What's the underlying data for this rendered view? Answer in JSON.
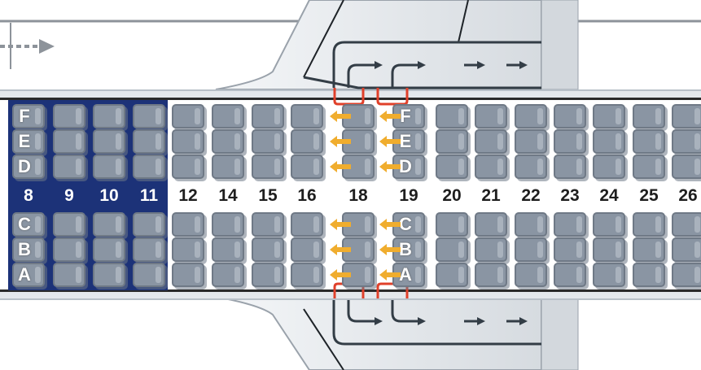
{
  "seat_map": {
    "rows": [
      "8",
      "9",
      "10",
      "11",
      "12",
      "14",
      "15",
      "16",
      "18",
      "19",
      "20",
      "21",
      "22",
      "23",
      "24",
      "25",
      "26"
    ],
    "highlighted_rows": [
      "8",
      "9",
      "10",
      "11"
    ],
    "upper_letters": [
      "F",
      "E",
      "D"
    ],
    "lower_letters": [
      "C",
      "B",
      "A"
    ],
    "exit_rows": [
      "18",
      "19"
    ],
    "colors": {
      "highlight": "#1c3278",
      "seat": "#8a95a3",
      "exit_arrow": "#f0ad2e",
      "exit_door": "#e0402a"
    }
  }
}
